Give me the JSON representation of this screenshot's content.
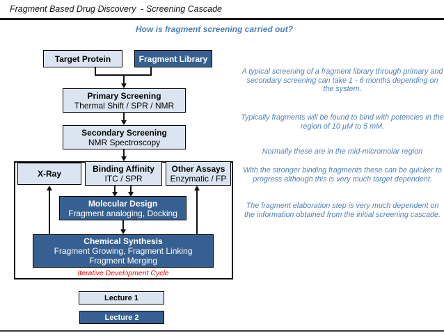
{
  "header": {
    "title": "Fragment Based Drug Discovery  - Screening Cascade",
    "subtitle": "How is fragment screening carried out?"
  },
  "flowchart": {
    "target_protein": {
      "title": "Target Protein"
    },
    "fragment_library": {
      "title": "Fragment Library"
    },
    "primary_screening": {
      "title": "Primary Screening",
      "subtitle": "Thermal Shift / SPR / NMR"
    },
    "secondary_screening": {
      "title": "Secondary Screening",
      "subtitle": "NMR Spectroscopy"
    },
    "xray": {
      "title": "X-Ray"
    },
    "binding_affinity": {
      "title": "Binding Affinity",
      "subtitle": "ITC / SPR"
    },
    "other_assays": {
      "title": "Other Assays",
      "subtitle": "Enzymatic / FP"
    },
    "molecular_design": {
      "title": "Molecular Design",
      "subtitle": "Fragment analoging, Docking"
    },
    "chemical_synthesis": {
      "title": "Chemical Synthesis",
      "lines": [
        "Fragment Growing, Fragment Linking",
        "Fragment Merging"
      ]
    },
    "cycle_label": "Iterative Development Cycle"
  },
  "legend": {
    "lecture1": "Lecture 1",
    "lecture2": "Lecture 2"
  },
  "notes": [
    "A typical screening of a fragment library through primary and secondary screening can take 1 - 6 months depending on the system.",
    "Typically fragments will be found to bind with potencies in the region of 10 µM to 5 mM.",
    "Normally these are in the mid-micromolar region",
    "With the stronger binding fragments these can be quicker to progress although this is very much target dependent.",
    "The fragment elaboration step is very much dependent on the information obtained from the initial screening cascade."
  ],
  "colors": {
    "light_box": "#dbe5f1",
    "dark_box": "#376092",
    "accent_text": "#4f81bd",
    "cycle_text": "#ff0000",
    "line_color": "#111111"
  }
}
